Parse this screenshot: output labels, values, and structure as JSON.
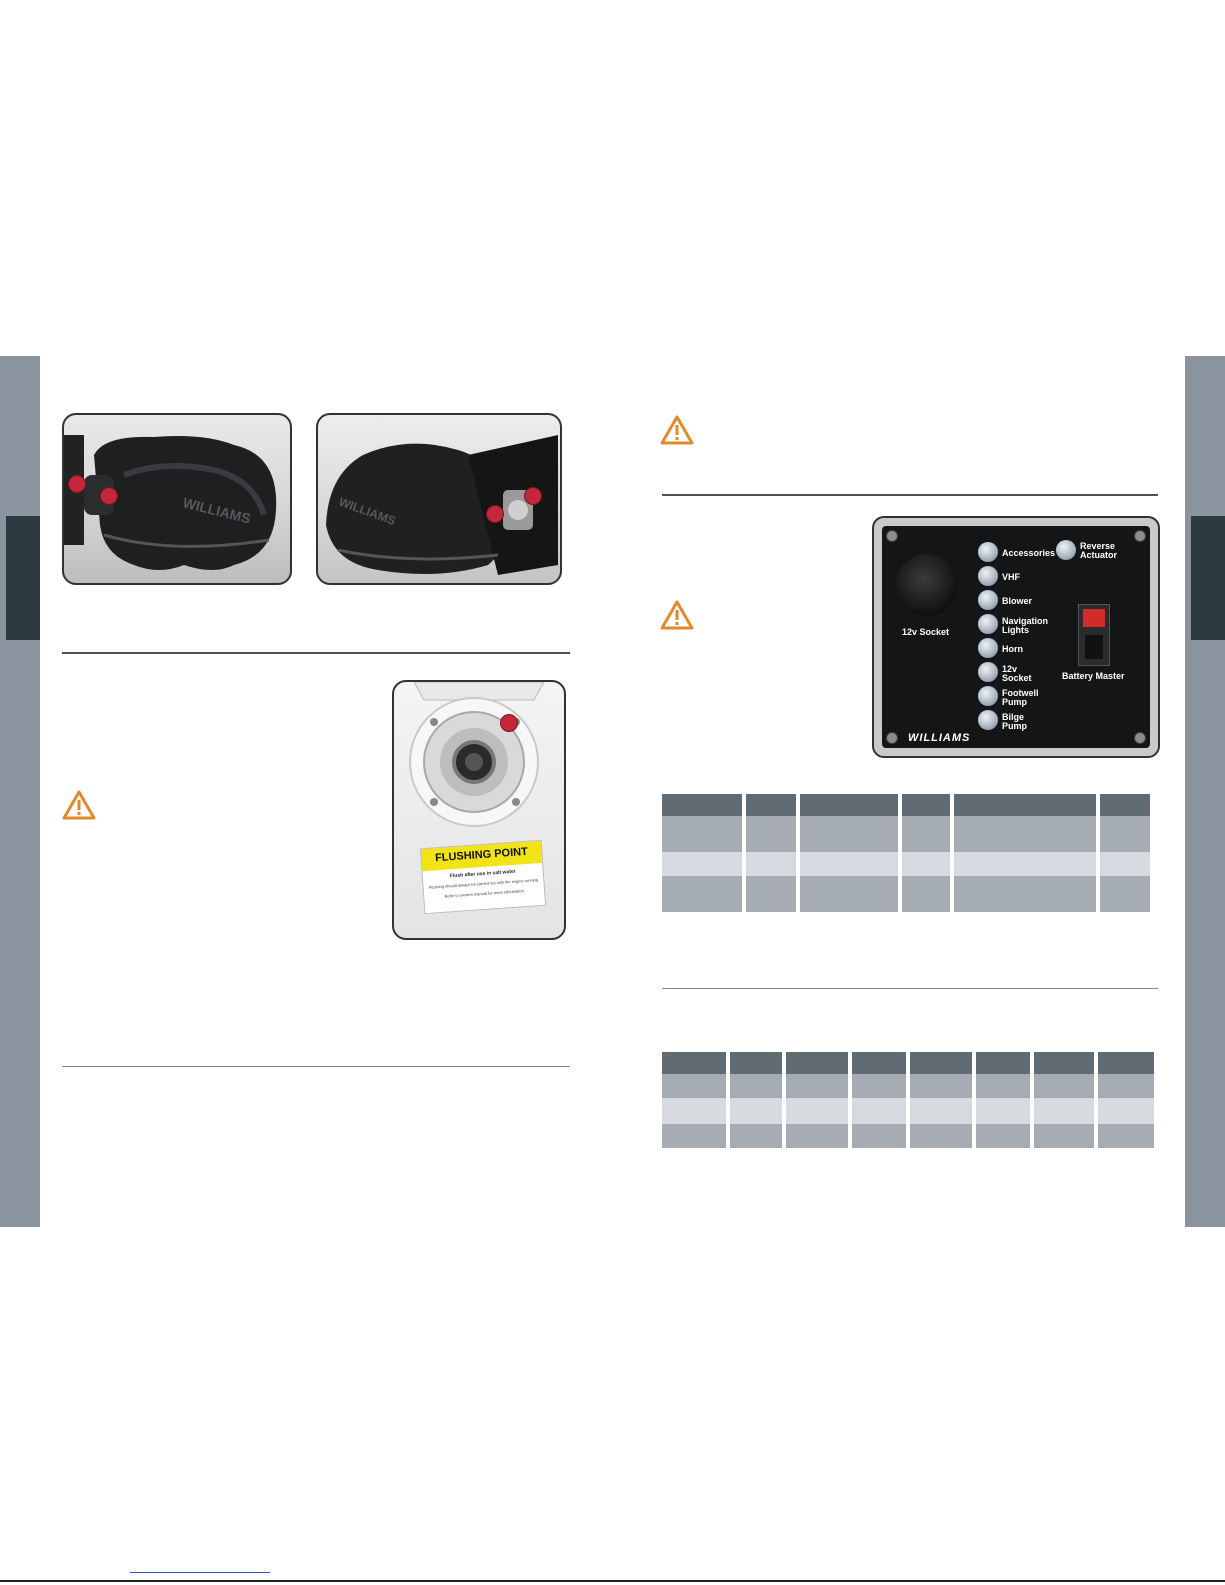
{
  "photos": {
    "jet_unit_left": {
      "brand": "WILLIAMS"
    },
    "jet_unit_right": {
      "brand": "WILLIAMS"
    },
    "flushing_point": {
      "label_title": "FLUSHING POINT",
      "label_line1": "Flush after use in salt water",
      "label_line2": "Flushing should always be carried out with the engine running",
      "label_line3": "Refer to owners manual for more information"
    }
  },
  "switch_panel": {
    "socket_label": "12v Socket",
    "brand": "WILLIAMS",
    "switches": [
      {
        "label1": "Accessories",
        "label2": ""
      },
      {
        "label1": "VHF",
        "label2": ""
      },
      {
        "label1": "Blower",
        "label2": ""
      },
      {
        "label1": "Navigation",
        "label2": "Lights"
      },
      {
        "label1": "Horn",
        "label2": ""
      },
      {
        "label1": "12v",
        "label2": "Socket"
      },
      {
        "label1": "Footwell",
        "label2": "Pump"
      },
      {
        "label1": "Bilge",
        "label2": "Pump"
      }
    ],
    "reverse_label1": "Reverse",
    "reverse_label2": "Actuator",
    "battery_label": "Battery Master"
  },
  "colors": {
    "warning": "#e08a2e",
    "marker": "#c4263a",
    "side_strip": "#8a949e",
    "tab": "#2e3a42"
  }
}
